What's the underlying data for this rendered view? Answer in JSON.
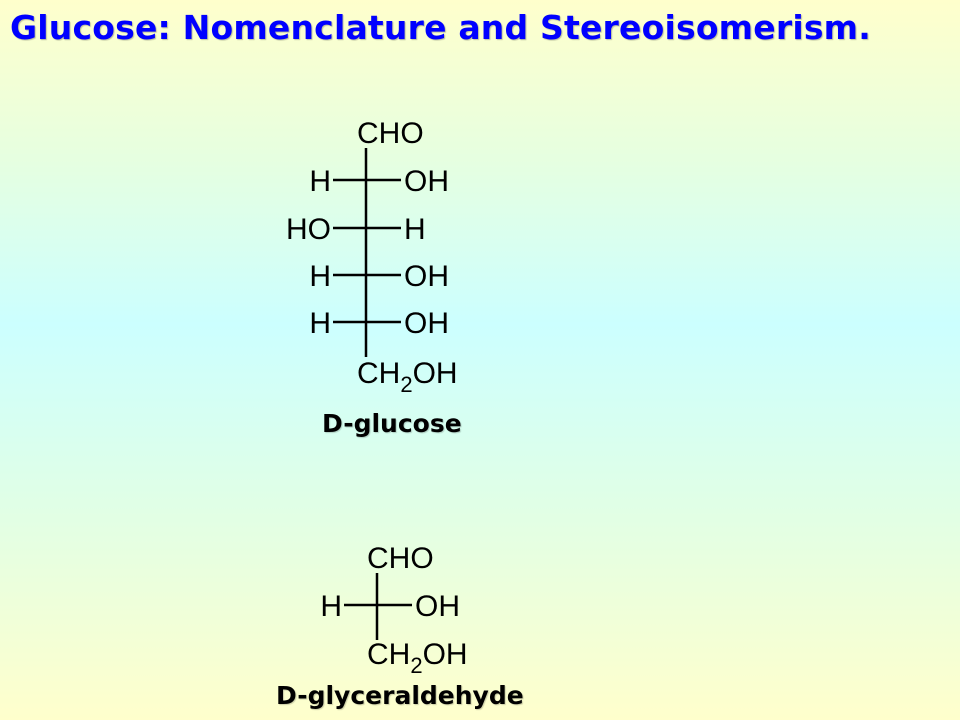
{
  "slide": {
    "title": "Glucose:  Nomenclature and Stereoisomerism."
  },
  "glucose": {
    "name": "D-glucose",
    "top_group": "CHO",
    "rows": [
      {
        "left": "H",
        "right": "OH"
      },
      {
        "left": "HO",
        "right": "H"
      },
      {
        "left": "H",
        "right": "OH"
      },
      {
        "left": "H",
        "right": "OH"
      }
    ],
    "bottom_group": {
      "prefix": "CH",
      "subscript": "2",
      "suffix": "OH"
    }
  },
  "glyceraldehyde": {
    "name": "D-glyceraldehyde",
    "top_group": "CHO",
    "rows": [
      {
        "left": "H",
        "right": "OH"
      }
    ],
    "bottom_group": {
      "prefix": "CH",
      "subscript": "2",
      "suffix": "OH"
    }
  },
  "colors": {
    "title": "#0000ff",
    "text": "#000000"
  }
}
